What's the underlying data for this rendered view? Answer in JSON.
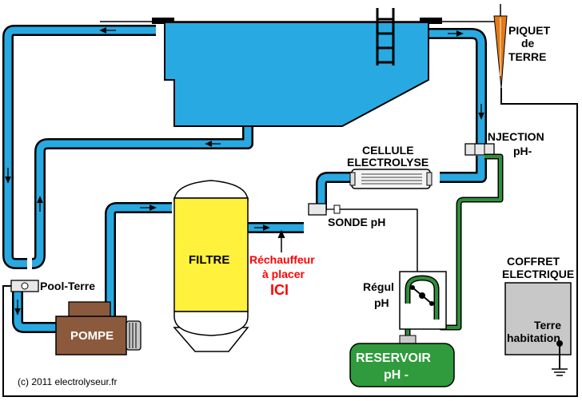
{
  "labels": {
    "piquet_line1": "PIQUET",
    "piquet_line2": "de",
    "piquet_line3": "TERRE",
    "injection_line1": "INJECTION",
    "injection_line2": "pH-",
    "cellule_line1": "CELLULE",
    "cellule_line2": "ELECTROLYSE",
    "sonde": "SONDE pH",
    "filtre": "FILTRE",
    "rechauffeur_line1": "Réchauffeur",
    "rechauffeur_line2": "à placer",
    "rechauffeur_line3": "ICI",
    "pool_terre": "Pool-Terre",
    "pompe": "POMPE",
    "regul_line1": "Régul",
    "regul_line2": "pH",
    "reservoir_line1": "RESERVOIR",
    "reservoir_line2": "pH -",
    "coffret_line1": "COFFRET",
    "coffret_line2": "ELECTRIQUE",
    "terre_line1": "Terre",
    "terre_line2": "habitation",
    "copyright": "(c) 2011 electrolyseur.fr"
  },
  "colors": {
    "water": "#29a9e1",
    "pipe_outline": "#000000",
    "filter_fill": "#fff13c",
    "pump_fill": "#8b5a3c",
    "reservoir_fill": "#2f9b3c",
    "green_tube": "#2f8f3a",
    "highlight_red": "#ff0000",
    "stake": "#e07a1a",
    "box_grey": "#c8c8c8"
  }
}
